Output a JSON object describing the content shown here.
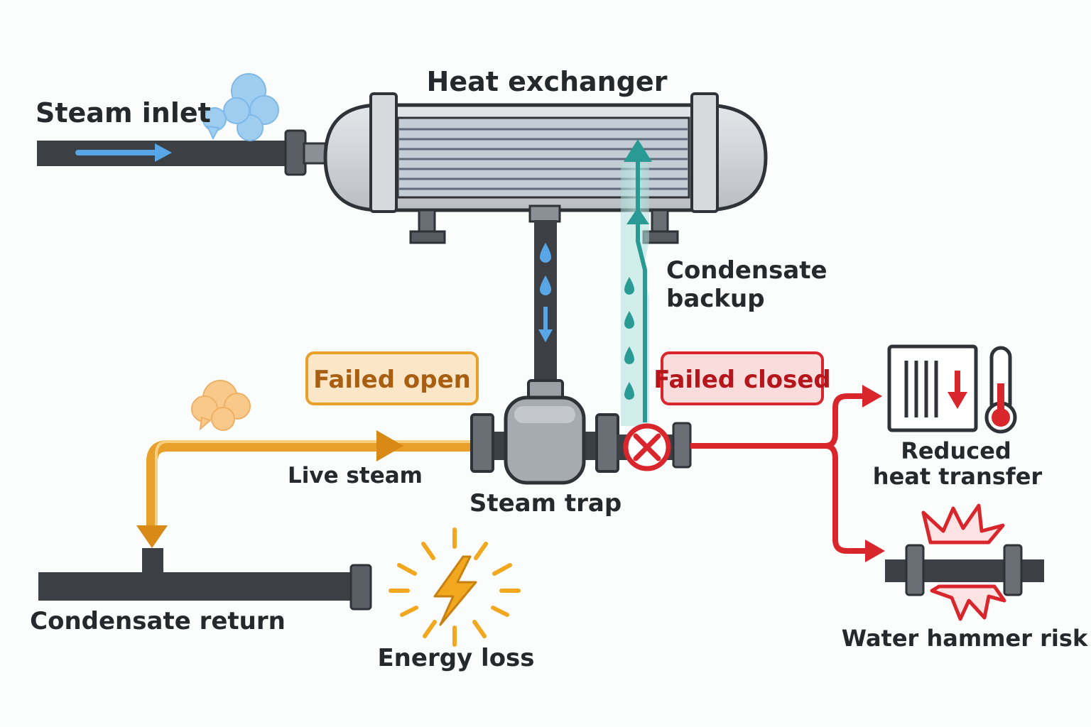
{
  "labels": {
    "steam_inlet": "Steam inlet",
    "heat_exchanger": "Heat exchanger",
    "condensate_backup_line1": "Condensate",
    "condensate_backup_line2": "backup",
    "failed_open": "Failed open",
    "failed_closed": "Failed closed",
    "live_steam": "Live steam",
    "steam_trap": "Steam trap",
    "condensate_return": "Condensate return",
    "energy_loss": "Energy loss",
    "reduced_heat_transfer_line1": "Reduced",
    "reduced_heat_transfer_line2": "heat transfer",
    "water_hammer_risk": "Water hammer risk"
  },
  "colors": {
    "pipe": "#3c4045",
    "steam_blue": "#58a6e6",
    "condensate_teal": "#2a9b94",
    "failed_open_orange": "#e9a02a",
    "failed_open_text": "#a85f12",
    "failed_closed_red": "#d9262c",
    "vessel_gray": "#d3d6da"
  },
  "icons": {
    "steam_cloud": "steam-cloud-icon",
    "failed_closed_valve": "x-circle-icon",
    "energy_loss": "lightning-burst-icon",
    "reduced_heat": "heat-exchanger-down-arrow-icon",
    "thermometer": "thermometer-icon",
    "water_hammer": "pipe-burst-icon"
  }
}
